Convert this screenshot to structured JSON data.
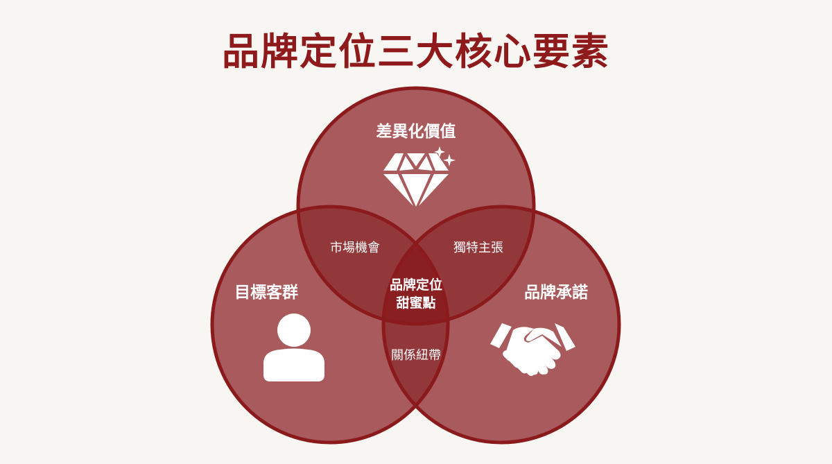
{
  "title": "品牌定位三大核心要素",
  "colors": {
    "background": "#f7f6f2",
    "title": "#8e1a1c",
    "circle_fill": "#a85a5c",
    "overlap_fill": "#93383a",
    "center_fill": "#8a1f22",
    "stroke": "#8b1a1c",
    "text": "#ffffff"
  },
  "circles": [
    {
      "id": "top",
      "label": "差異化價值",
      "icon": "diamond-icon"
    },
    {
      "id": "left",
      "label": "目標客群",
      "icon": "person-icon"
    },
    {
      "id": "right",
      "label": "品牌承諾",
      "icon": "handshake-icon"
    }
  ],
  "overlaps": {
    "top_left": "市場機會",
    "top_right": "獨特主張",
    "left_right": "關係紐帶"
  },
  "center": {
    "line1": "品牌定位",
    "line2": "甜蜜點"
  }
}
